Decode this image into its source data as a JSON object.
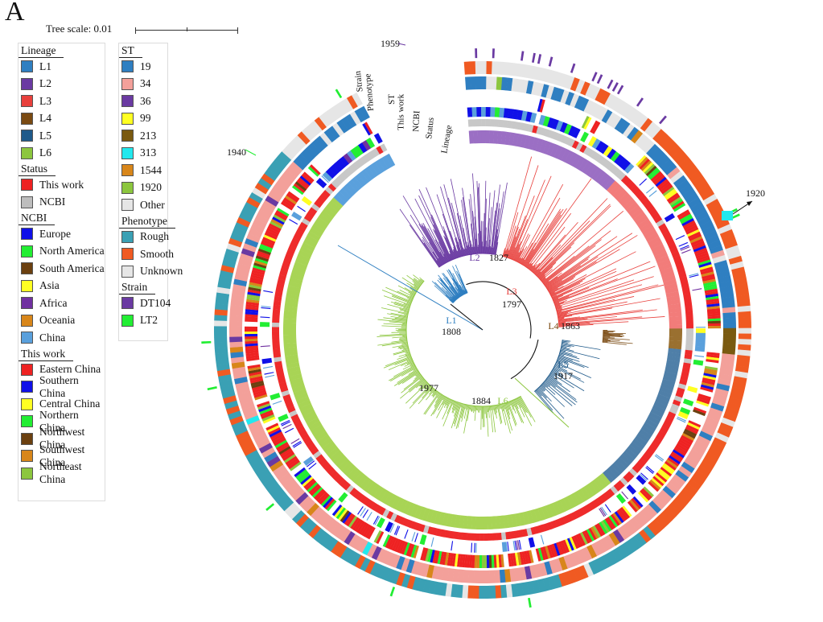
{
  "panel_letter": "A",
  "tree_scale": "Tree scale: 0.01",
  "legends_left": [
    {
      "key": "lineage",
      "title": "Lineage",
      "items": [
        {
          "label": "L1",
          "color": "#2f7fc1"
        },
        {
          "label": "L2",
          "color": "#6a3aa2"
        },
        {
          "label": "L3",
          "color": "#e8403c"
        },
        {
          "label": "L4",
          "color": "#7a4a12"
        },
        {
          "label": "L5",
          "color": "#1f5a8a"
        },
        {
          "label": "L6",
          "color": "#8cc63e"
        }
      ]
    },
    {
      "key": "status",
      "title": "Status",
      "items": [
        {
          "label": "This work",
          "color": "#ee2222"
        },
        {
          "label": "NCBI",
          "color": "#bdbdbd"
        }
      ]
    },
    {
      "key": "ncbi",
      "title": "NCBI",
      "items": [
        {
          "label": "Europe",
          "color": "#1010e8"
        },
        {
          "label": "North America",
          "color": "#22ee33"
        },
        {
          "label": "South America",
          "color": "#6b4010"
        },
        {
          "label": "Asia",
          "color": "#ffff22"
        },
        {
          "label": "Africa",
          "color": "#7030a0"
        },
        {
          "label": "Oceania",
          "color": "#d8861a"
        },
        {
          "label": "China",
          "color": "#5aa0dc"
        }
      ]
    },
    {
      "key": "this_work",
      "title": "This work",
      "items": [
        {
          "label": "Eastern China",
          "color": "#ee2222"
        },
        {
          "label": "Southern China",
          "color": "#1010e8"
        },
        {
          "label": "Central China",
          "color": "#ffff22"
        },
        {
          "label": "Northern China",
          "color": "#22ee33"
        },
        {
          "label": "Northwest China",
          "color": "#6b4010"
        },
        {
          "label": "Southwest China",
          "color": "#d8861a"
        },
        {
          "label": "Northeast China",
          "color": "#8cc63e"
        }
      ]
    }
  ],
  "legends_right": [
    {
      "key": "st",
      "title": "ST",
      "items": [
        {
          "label": "19",
          "color": "#2f7fc1"
        },
        {
          "label": "34",
          "color": "#f3a09a"
        },
        {
          "label": "36",
          "color": "#6a3aa2"
        },
        {
          "label": "99",
          "color": "#ffff22"
        },
        {
          "label": "213",
          "color": "#7a5a10"
        },
        {
          "label": "313",
          "color": "#22e8ee"
        },
        {
          "label": "1544",
          "color": "#d8861a"
        },
        {
          "label": "1920",
          "color": "#8cc63e"
        },
        {
          "label": "Other",
          "color": "#e6e6e6"
        }
      ]
    },
    {
      "key": "phenotype",
      "title": "Phenotype",
      "items": [
        {
          "label": "Rough",
          "color": "#3aa0b4"
        },
        {
          "label": "Smooth",
          "color": "#f05a22"
        },
        {
          "label": "Unknown",
          "color": "#e6e6e6"
        }
      ]
    },
    {
      "key": "strain",
      "title": "Strain",
      "items": [
        {
          "label": "DT104",
          "color": "#6a3aa2"
        },
        {
          "label": "LT2",
          "color": "#22ee33"
        }
      ]
    }
  ],
  "ring_labels": {
    "strain": "Strain",
    "phenotype": "Phenotype",
    "st": "ST",
    "this_work": "This work",
    "ncbi": "NCBI",
    "status": "Status",
    "lineage": "Lineage"
  },
  "clades": [
    {
      "name": "L1",
      "date": "1808",
      "color": "#2f7fc1"
    },
    {
      "name": "L2",
      "date": "1827",
      "color": "#6a3aa2"
    },
    {
      "name": "L3",
      "date": "1797",
      "color": "#e8403c"
    },
    {
      "name": "L4",
      "date": "1863",
      "color": "#7a4a12"
    },
    {
      "name": "L5",
      "date": "1917",
      "color": "#1f5a8a"
    },
    {
      "name": "L6",
      "date": "1884",
      "color": "#8cc63e"
    }
  ],
  "node_dates": {
    "l6_inner": "1977"
  },
  "outer_annotations": {
    "a1959": "1959",
    "a1940": "1940",
    "a1920": "1920"
  }
}
